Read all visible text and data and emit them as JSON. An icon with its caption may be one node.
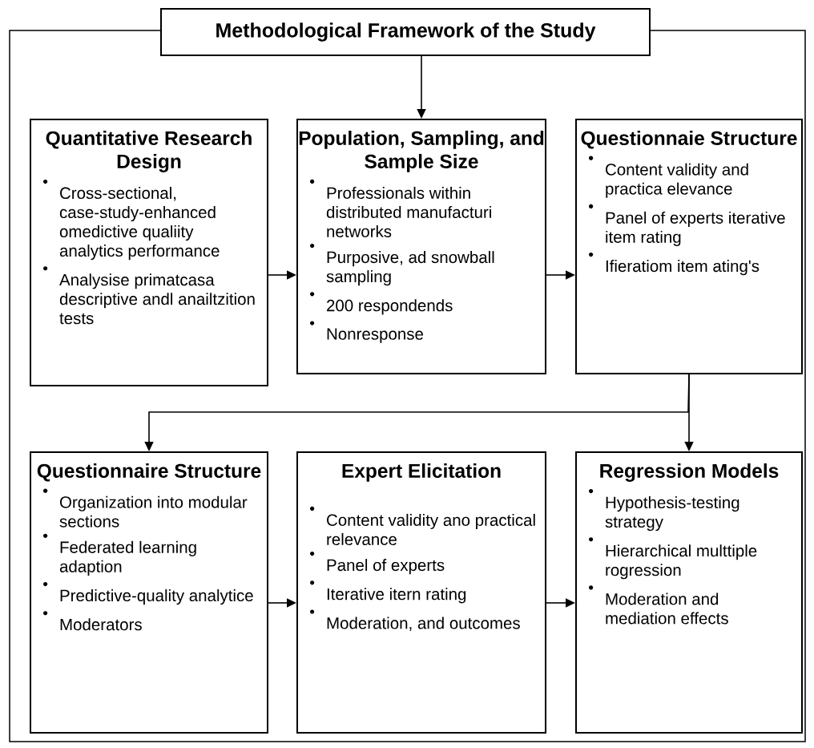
{
  "diagram": {
    "nodes": [
      {
        "text": [
          "Methodological Framework of the Study"
        ]
      },
      {
        "text": [
          "Quantitative Research Design",
          "Cross-sectional, case-study-enhanced omedictive qualiity analytics performance",
          "Analysise primatcasa descriptive andl anailtzition tests"
        ]
      },
      {
        "text": [
          "Population, Sampling, and Sample Size",
          "Professionals within distributed manufacturi networks",
          "Purposive, ad snowball sampling",
          "200 respondends",
          "Nonresponse"
        ]
      },
      {
        "text": [
          "Questionnaie Structure",
          "Content validity and practica elevance",
          "Panel of experts iterative item rating",
          "Ifieratiom item ating's"
        ]
      },
      {
        "text": [
          "Questionnaire Structure",
          "Organization into modular sections",
          "Federated learning adaption",
          "Predictive-quality analytice",
          "Moderators"
        ]
      },
      {
        "text": [
          "Expert Elicitation",
          "Content validity ano practical relevance",
          "Panel of experts",
          "Iterative itern rating",
          "Moderation, and outcomes"
        ]
      },
      {
        "text": [
          "Regression Models",
          "Hypothesis-testing strategy",
          "Hierarchical multtiple rogression",
          "Moderation and mediation effects"
        ]
      }
    ],
    "edges": [
      {
        "from": 0,
        "to": 2,
        "arrow": "to"
      },
      {
        "from": 1,
        "to": 2,
        "arrow": "to"
      },
      {
        "from": 2,
        "to": 3,
        "arrow": "to"
      },
      {
        "from": 3,
        "to": 4,
        "arrow": "to"
      },
      {
        "from": 3,
        "to": 6,
        "arrow": "to"
      },
      {
        "from": 4,
        "to": 5,
        "arrow": "to"
      },
      {
        "from": 5,
        "to": 6,
        "arrow": "to"
      }
    ]
  }
}
